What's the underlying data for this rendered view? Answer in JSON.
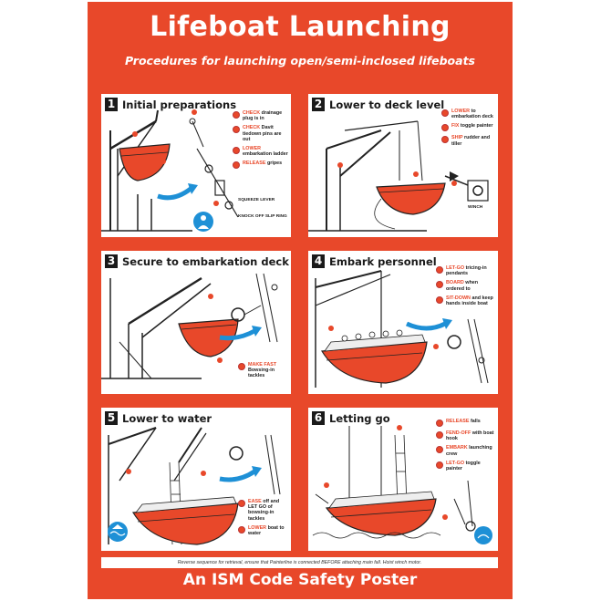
{
  "poster": {
    "title": "Lifeboat Launching",
    "subtitle": "Procedures for launching open/semi-inclosed lifeboats",
    "footnote": "Reverse sequence for retrieval, ensure that Painterline is connected BEFORE attaching main fall. Hoist winch motor.",
    "footer": "An ISM Code Safety Poster",
    "colors": {
      "background": "#e8482a",
      "panel": "#ffffff",
      "accent": "#e8482a",
      "ink": "#1a1a1a",
      "water_icon": "#1e90d6"
    }
  },
  "panels": [
    {
      "number": "1",
      "title": "Initial preparations",
      "steps": [
        {
          "keyword": "CHECK",
          "text": "drainage plug is in"
        },
        {
          "keyword": "CHECK",
          "text": "Davit tiedown pins are out"
        },
        {
          "keyword": "LOWER",
          "text": "embarkation ladder"
        },
        {
          "keyword": "RELEASE",
          "text": "gripes"
        }
      ],
      "labels": [
        "SQUEEZE LEVER",
        "KNOCK OFF SLIP RING"
      ]
    },
    {
      "number": "2",
      "title": "Lower to deck level",
      "steps": [
        {
          "keyword": "LOWER",
          "text": "to embarkation deck"
        },
        {
          "keyword": "FIX",
          "text": "toggle painter"
        },
        {
          "keyword": "SHIP",
          "text": "rudder and tiller"
        }
      ],
      "labels": [
        "WINCH"
      ]
    },
    {
      "number": "3",
      "title": "Secure to embarkation deck",
      "steps": [
        {
          "keyword": "MAKE FAST",
          "text": "Bowsing-in tackles"
        }
      ],
      "labels": []
    },
    {
      "number": "4",
      "title": "Embark personnel",
      "steps": [
        {
          "keyword": "LET-GO",
          "text": "tricing-in pendants"
        },
        {
          "keyword": "BOARD",
          "text": "when ordered to"
        },
        {
          "keyword": "SIT-DOWN",
          "text": "and keep hands inside boat"
        }
      ],
      "labels": []
    },
    {
      "number": "5",
      "title": "Lower to water",
      "steps": [
        {
          "keyword": "EASE",
          "text": "off and LET GO of bowsing-in tackles"
        },
        {
          "keyword": "LOWER",
          "text": "boat to water"
        }
      ],
      "labels": []
    },
    {
      "number": "6",
      "title": "Letting go",
      "steps": [
        {
          "keyword": "RELEASE",
          "text": "falls"
        },
        {
          "keyword": "FEND-OFF",
          "text": "with boat hook"
        },
        {
          "keyword": "EMBARK",
          "text": "launching crew"
        },
        {
          "keyword": "LET-GO",
          "text": "toggle painter"
        }
      ],
      "labels": []
    }
  ]
}
